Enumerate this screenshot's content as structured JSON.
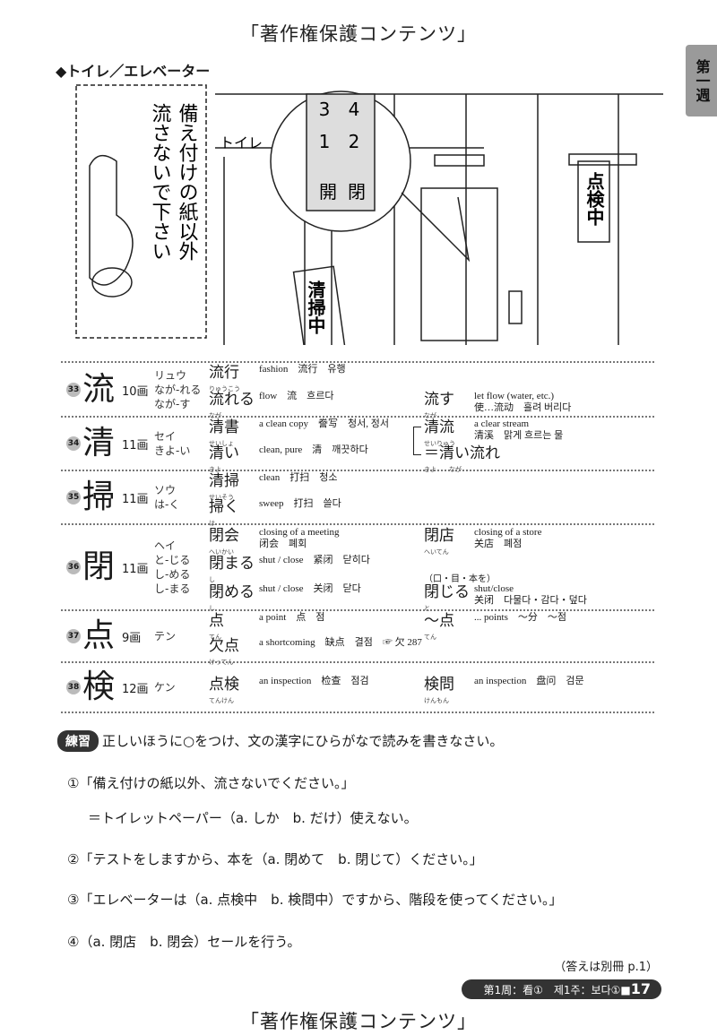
{
  "watermark": "「著作権保護コンテンツ」",
  "side_tab": "第一週",
  "section_title": "◆トイレ／エレベーター",
  "illustration": {
    "toilet_sign": [
      "備え付けの紙以外",
      "流さないで下さい"
    ],
    "door_sign": "トイレ",
    "cleaning_sign": "清掃中",
    "inspection_sign": "点検中",
    "elevator_buttons": [
      "3",
      "4",
      "1",
      "2",
      "開",
      "閉"
    ]
  },
  "kanji_rows": [
    {
      "num": "33",
      "kanji": "流",
      "strokes": "10画",
      "readings": [
        "リュウ",
        "なが-れる",
        "なが-す"
      ],
      "lines": [
        {
          "left": {
            "word": "流行",
            "ruby": "りゅうこう",
            "meaning": [
              "fashion　流行　유행"
            ]
          }
        },
        {
          "left": {
            "word": "流れる",
            "ruby": "なが",
            "meaning": [
              "flow　流　흐르다"
            ]
          },
          "right": {
            "word": "流す",
            "ruby": "なが",
            "meaning": [
              "let flow (water, etc.)",
              "使…流动　흘려 버리다"
            ]
          }
        }
      ]
    },
    {
      "num": "34",
      "kanji": "清",
      "strokes": "11画",
      "readings": [
        "セイ",
        "きよ-い"
      ],
      "lines": [
        {
          "left": {
            "word": "清書",
            "ruby": "せいしょ",
            "meaning": [
              "a clean copy　誊写　청서, 정서"
            ]
          },
          "right": {
            "word": "清流",
            "ruby": "せいりゅう",
            "meaning": [
              "a clear stream",
              "清溪　맑게 흐르는 물"
            ]
          }
        },
        {
          "left": {
            "word": "清い",
            "ruby": "きよ",
            "meaning": [
              "clean, pure　清　깨끗하다"
            ]
          },
          "right": {
            "word": "＝清い流れ",
            "ruby": "きよ　　なが",
            "meaning": []
          }
        }
      ]
    },
    {
      "num": "35",
      "kanji": "掃",
      "strokes": "11画",
      "readings": [
        "ソウ",
        "は-く"
      ],
      "lines": [
        {
          "left": {
            "word": "清掃",
            "ruby": "せいそう",
            "meaning": [
              "clean　打扫　청소"
            ]
          }
        },
        {
          "left": {
            "word": "掃く",
            "ruby": "は",
            "meaning": [
              "sweep　打扫　쓸다"
            ]
          }
        }
      ]
    },
    {
      "num": "36",
      "kanji": "閉",
      "strokes": "11画",
      "readings": [
        "ヘイ",
        "と-じる",
        "し-める",
        "し-まる"
      ],
      "lines": [
        {
          "left": {
            "word": "閉会",
            "ruby": "へいかい",
            "meaning": [
              "closing of a meeting",
              "闭会　폐회"
            ]
          },
          "right": {
            "word": "閉店",
            "ruby": "へいてん",
            "meaning": [
              "closing of a store",
              "关店　폐점"
            ]
          }
        },
        {
          "left": {
            "word": "閉まる",
            "ruby": "し",
            "meaning": [
              "shut / close　紧闭　닫히다"
            ]
          }
        },
        {
          "left": {
            "word": "閉める",
            "ruby": "し",
            "meaning": [
              "shut / close　关闭　닫다"
            ]
          },
          "right": {
            "prefix": "（口・目・本を）",
            "word": "閉じる",
            "ruby": "と",
            "meaning": [
              "shut/close",
              "关闭　다물다・감다・덮다"
            ]
          }
        }
      ]
    },
    {
      "num": "37",
      "kanji": "点",
      "strokes": "9画",
      "readings": [
        "テン"
      ],
      "lines": [
        {
          "left": {
            "word": "点",
            "ruby": "てん",
            "meaning": [
              "a point　点　점"
            ]
          },
          "right": {
            "word": "〜点",
            "ruby": "てん",
            "meaning": [
              "... points　〜分　〜점"
            ]
          }
        },
        {
          "left": {
            "word": "欠点",
            "ruby": "けってん",
            "meaning": [
              "a shortcoming　缺点　결점　☞ 欠 287"
            ]
          }
        }
      ]
    },
    {
      "num": "38",
      "kanji": "検",
      "strokes": "12画",
      "readings": [
        "ケン"
      ],
      "lines": [
        {
          "left": {
            "word": "点検",
            "ruby": "てんけん",
            "meaning": [
              "an inspection　检查　점검"
            ]
          },
          "right": {
            "word": "検問",
            "ruby": "けんもん",
            "meaning": [
              "an inspection　盘问　검문"
            ]
          }
        }
      ]
    }
  ],
  "exercise": {
    "badge": "練習",
    "instruction": "正しいほうに○をつけ、文の漢字にひらがなで読みを書きなさい。",
    "items": [
      "①「備え付けの紙以外、流さないでください。」",
      "＝トイレットペーパー（a. しか　b. だけ）使えない。",
      "②「テストをしますから、本を（a. 閉めて　b. 閉じて）ください。」",
      "③「エレベーターは（a. 点検中　b. 検問中）ですから、階段を使ってください。」",
      "④（a. 閉店　b. 閉会）セールを行う。"
    ],
    "answer_note": "（答えは別冊 p.1）"
  },
  "footer": {
    "label": "第1周：看①　제1주：보다①■",
    "page": "17"
  }
}
